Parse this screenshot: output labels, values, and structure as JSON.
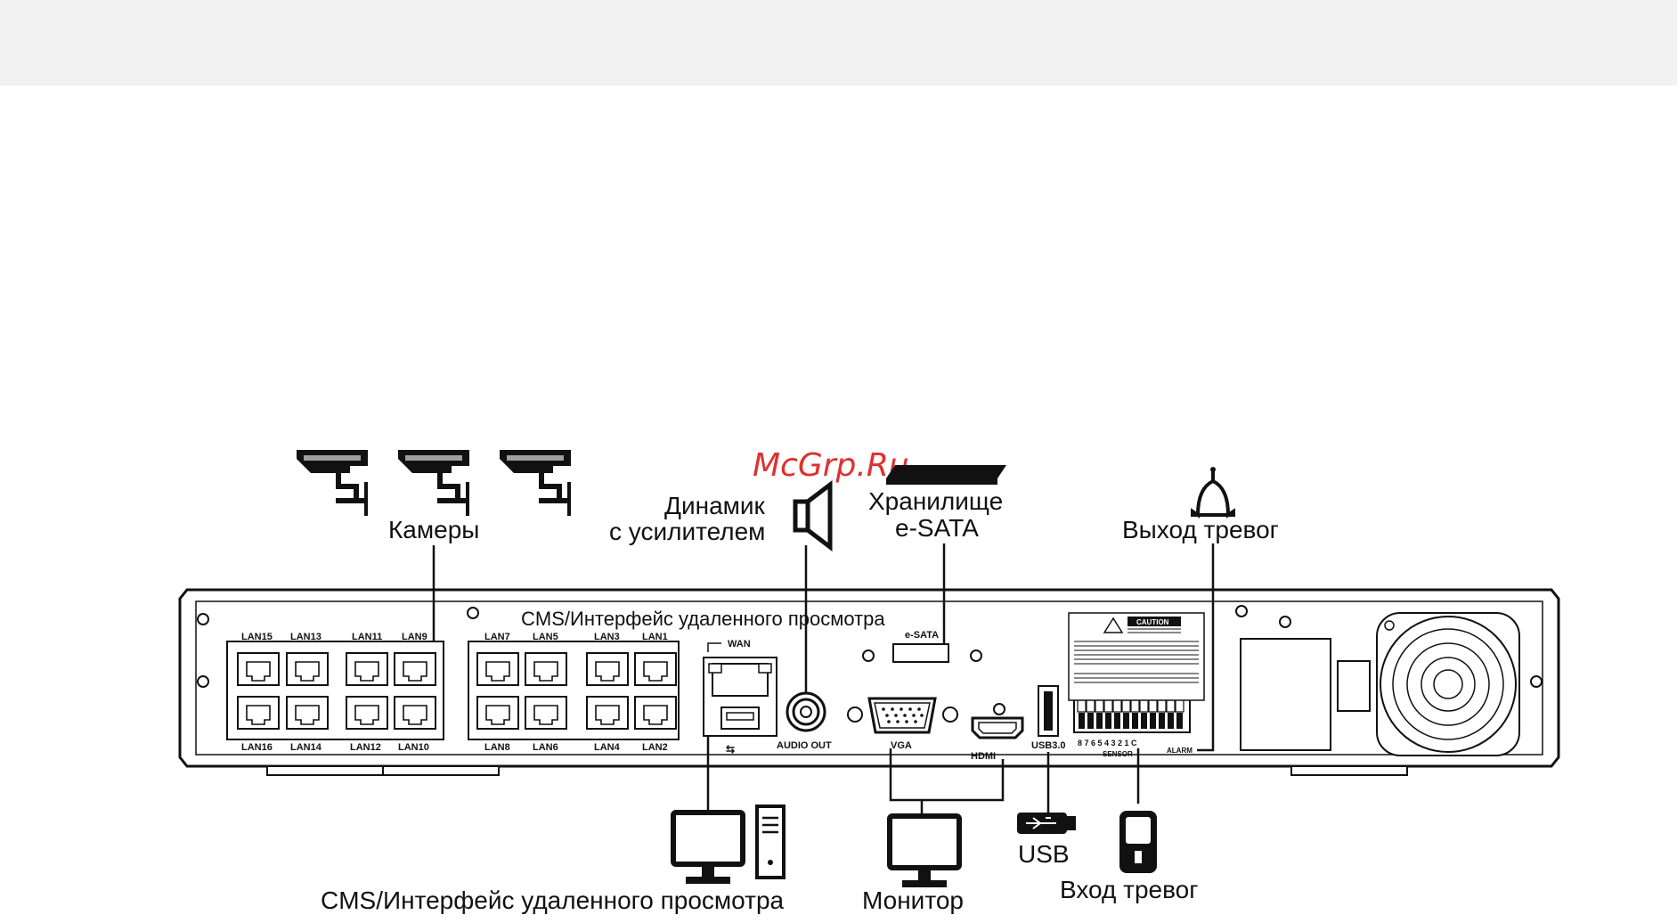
{
  "watermark": "McGrp.Ru",
  "labels": {
    "cameras": "Камеры",
    "speaker_line1": "Динамик",
    "speaker_line2": "с усилителем",
    "storage_line1": "Хранилище",
    "storage_line2": "e-SATA",
    "alarm_out": "Выход тревог",
    "panel_cms": "CMS/Интерфейс удаленного просмотра",
    "bottom_cms": "CMS/Интерфейс удаленного просмотра",
    "monitor": "Монитор",
    "usb": "USB",
    "alarm_in": "Вход тревог"
  },
  "ports": {
    "lan_top": [
      "LAN15",
      "LAN13",
      "LAN11",
      "LAN9",
      "LAN7",
      "LAN5",
      "LAN3",
      "LAN1"
    ],
    "lan_bottom": [
      "LAN16",
      "LAN14",
      "LAN12",
      "LAN10",
      "LAN8",
      "LAN6",
      "LAN4",
      "LAN2"
    ],
    "wan": "WAN",
    "audio_out": "AUDIO OUT",
    "esata": "e-SATA",
    "vga": "VGA",
    "hdmi": "HDMI",
    "usb3": "USB3.0",
    "sensor": "SENSOR",
    "alarm": "ALARM",
    "sensor_digits": "8 7 6 5 4 3 2 1 C",
    "caution": "CAUTION"
  },
  "colors": {
    "watermark": "#e03030",
    "line": "#111111",
    "topbar": "#f2f2f2"
  }
}
